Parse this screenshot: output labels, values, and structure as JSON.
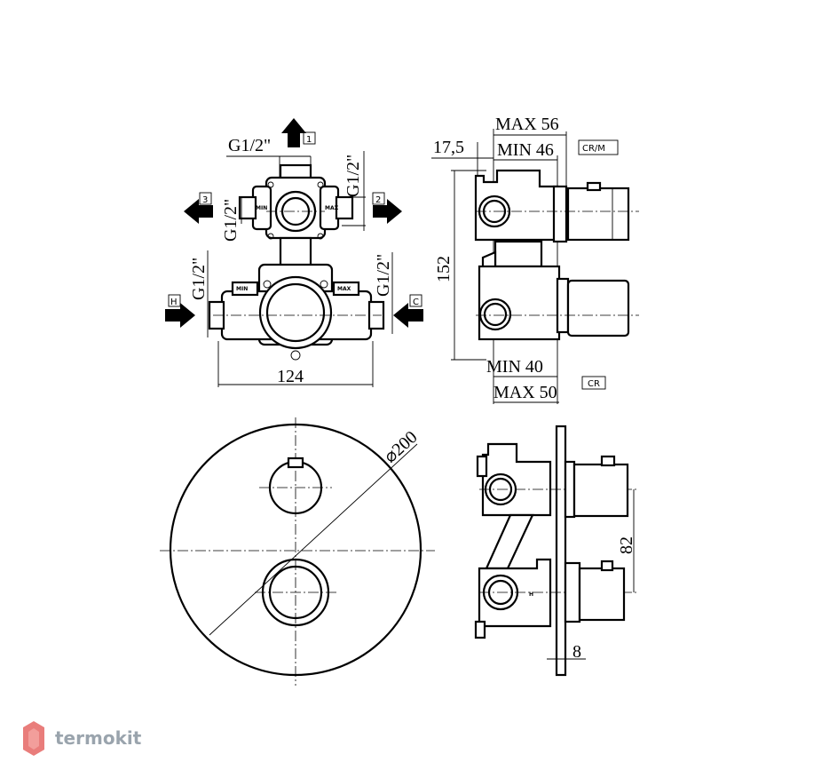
{
  "labels": {
    "g_top": "G1/2\"",
    "g_right_top": "G1/2\"",
    "g_left_mid": "G1/2\"",
    "g_left_bottom": "G1/2\"",
    "g_right_bottom": "G1/2\"",
    "port1": "1",
    "port2": "2",
    "port3": "3",
    "portH": "H",
    "portC": "C",
    "dim_124": "124",
    "dim_max56": "MAX 56",
    "dim_min46": "MIN 46",
    "dim_175": "17,5",
    "dim_152": "152",
    "dim_min40": "MIN 40",
    "dim_max50": "MAX 50",
    "tag_crm": "CR/M",
    "tag_cr": "CR",
    "dim_200": "⌀200",
    "dim_82": "82",
    "dim_8": "8",
    "mark_min_l": "MIN",
    "mark_max_l": "MAX",
    "mark_min_r": "MIN",
    "mark_max_r": "MAX",
    "valve_h": "H"
  },
  "logo": {
    "text": "termokit",
    "color": "#9aa4ad",
    "accent": "#e2524f"
  }
}
